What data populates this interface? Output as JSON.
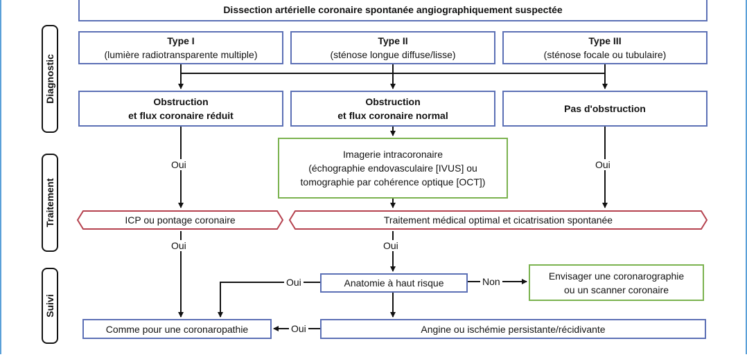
{
  "title": "Dissection artérielle coronaire spontanée angiographiquement suspectée",
  "sections": {
    "diagnostic": "Diagnostic",
    "traitement": "Traitement",
    "suivi": "Suivi"
  },
  "types": [
    {
      "name": "Type I",
      "desc": "(lumière radiotransparente multiple)"
    },
    {
      "name": "Type II",
      "desc": "(sténose longue diffuse/lisse)"
    },
    {
      "name": "Type III",
      "desc": "(sténose focale ou tubulaire)"
    }
  ],
  "obstructions": [
    {
      "line1": "Obstruction",
      "line2": "et flux coronaire réduit"
    },
    {
      "line1": "Obstruction",
      "line2": "et flux coronaire normal"
    },
    {
      "line1": "Pas d'obstruction",
      "line2": ""
    }
  ],
  "imaging": {
    "line1": "Imagerie intracoronaire",
    "line2": "(échographie endovasculaire [IVUS] ou",
    "line3": "tomographie par cohérence optique [OCT])"
  },
  "treatments": {
    "icp": "ICP ou pontage coronaire",
    "medical": "Traitement médical optimal et cicatrisation spontanée"
  },
  "followup": {
    "high_risk": "Anatomie à haut risque",
    "consider": {
      "line1": "Envisager une coronarographie",
      "line2": "ou un scanner coronaire"
    },
    "as_cad": "Comme pour une coronaropathie",
    "angina": "Angine ou ischémie persistante/récidivante"
  },
  "labels": {
    "yes": "Oui",
    "no": "Non"
  }
}
